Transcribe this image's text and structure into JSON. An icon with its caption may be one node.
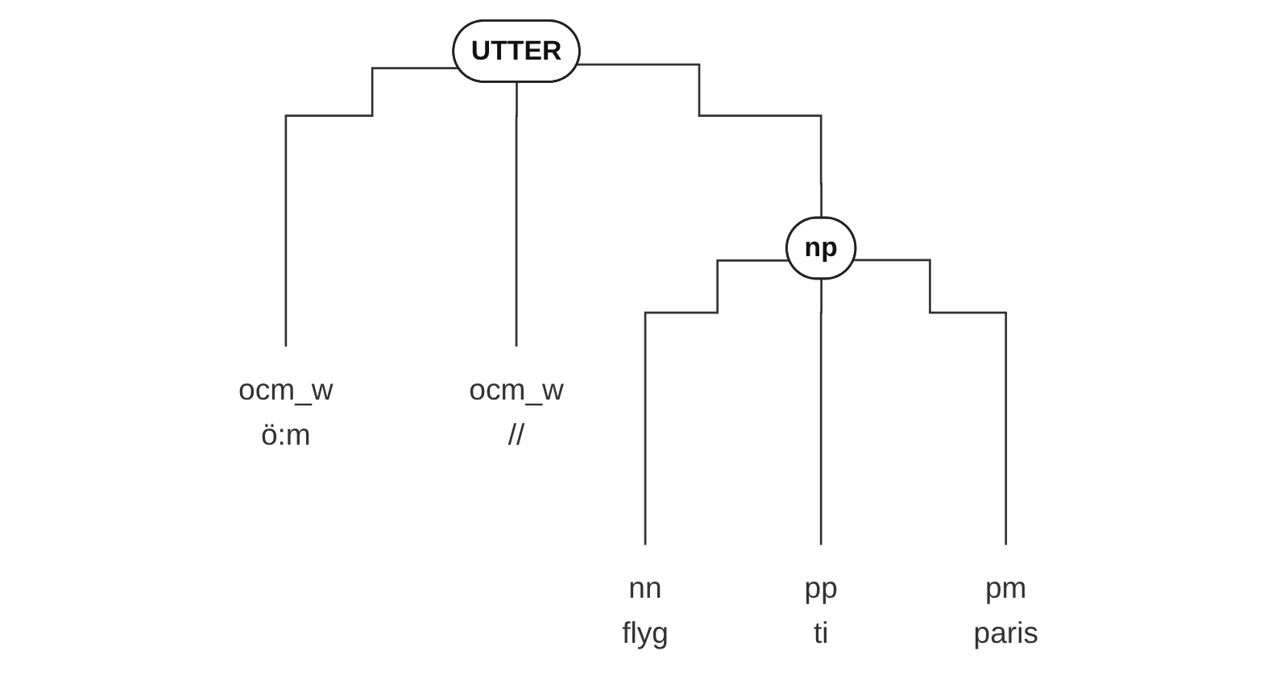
{
  "diagram": {
    "nodes": [
      {
        "text": [
          "UTTER"
        ]
      },
      {
        "text": [
          "np"
        ]
      },
      {
        "text": [
          "ocm_w",
          "ö:m"
        ]
      },
      {
        "text": [
          "ocm_w",
          "//"
        ]
      },
      {
        "text": [
          "nn",
          "flyg"
        ]
      },
      {
        "text": [
          "pp",
          "ti"
        ]
      },
      {
        "text": [
          "pm",
          "paris"
        ]
      }
    ],
    "edges": [
      {
        "from": 0,
        "to": 2,
        "arrow": "none"
      },
      {
        "from": 0,
        "to": 3,
        "arrow": "none"
      },
      {
        "from": 0,
        "to": 1,
        "arrow": "none"
      },
      {
        "from": 1,
        "to": 4,
        "arrow": "none"
      },
      {
        "from": 1,
        "to": 5,
        "arrow": "none"
      },
      {
        "from": 1,
        "to": 6,
        "arrow": "none"
      }
    ]
  }
}
